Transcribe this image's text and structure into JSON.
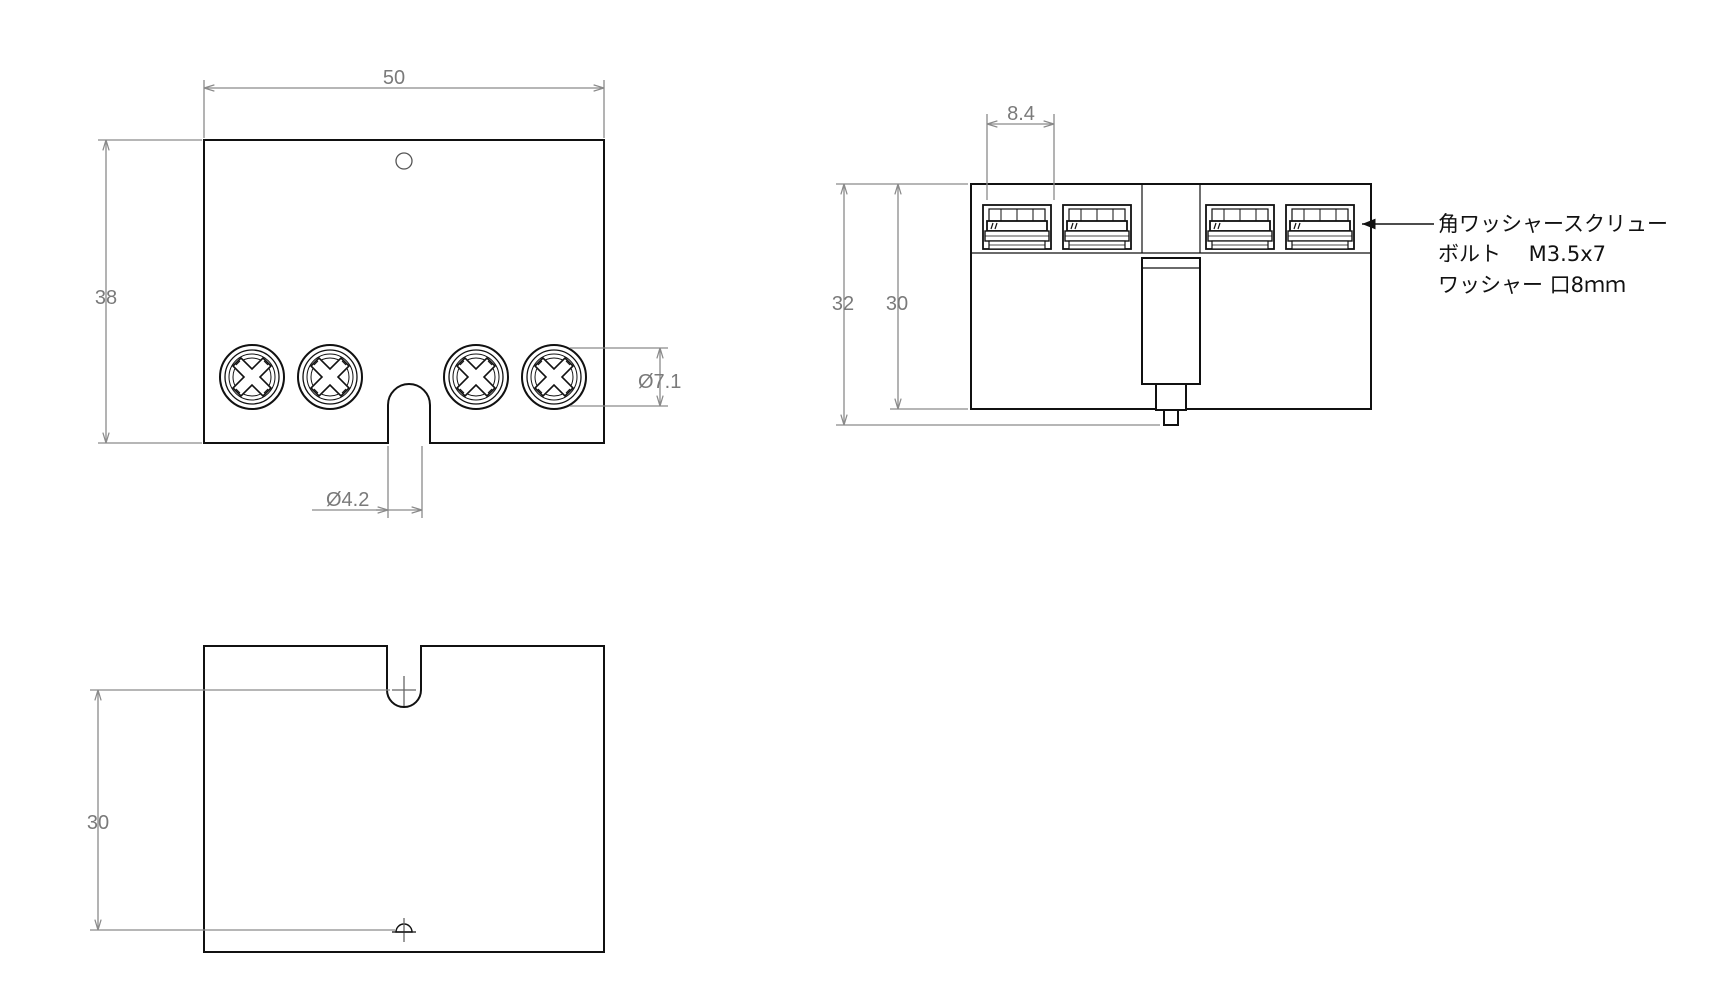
{
  "drawing": {
    "front_view": {
      "width_dim": "50",
      "height_dim": "38",
      "terminal_dia_dim": "Ø7.1",
      "slot_dia_dim": "Ø4.2"
    },
    "side_view": {
      "pitch_dim": "8.4",
      "overall_height_dim": "32",
      "body_height_dim": "30",
      "callout": {
        "line1": "角ワッシャースクリュー",
        "line2": "ボルト　 M3.5x7",
        "line3": "ワッシャー 口8ｍｍ"
      }
    },
    "bottom_view": {
      "depth_dim": "30"
    }
  },
  "colors": {
    "outline": "#111111",
    "dimension": "#8a8a8a"
  }
}
